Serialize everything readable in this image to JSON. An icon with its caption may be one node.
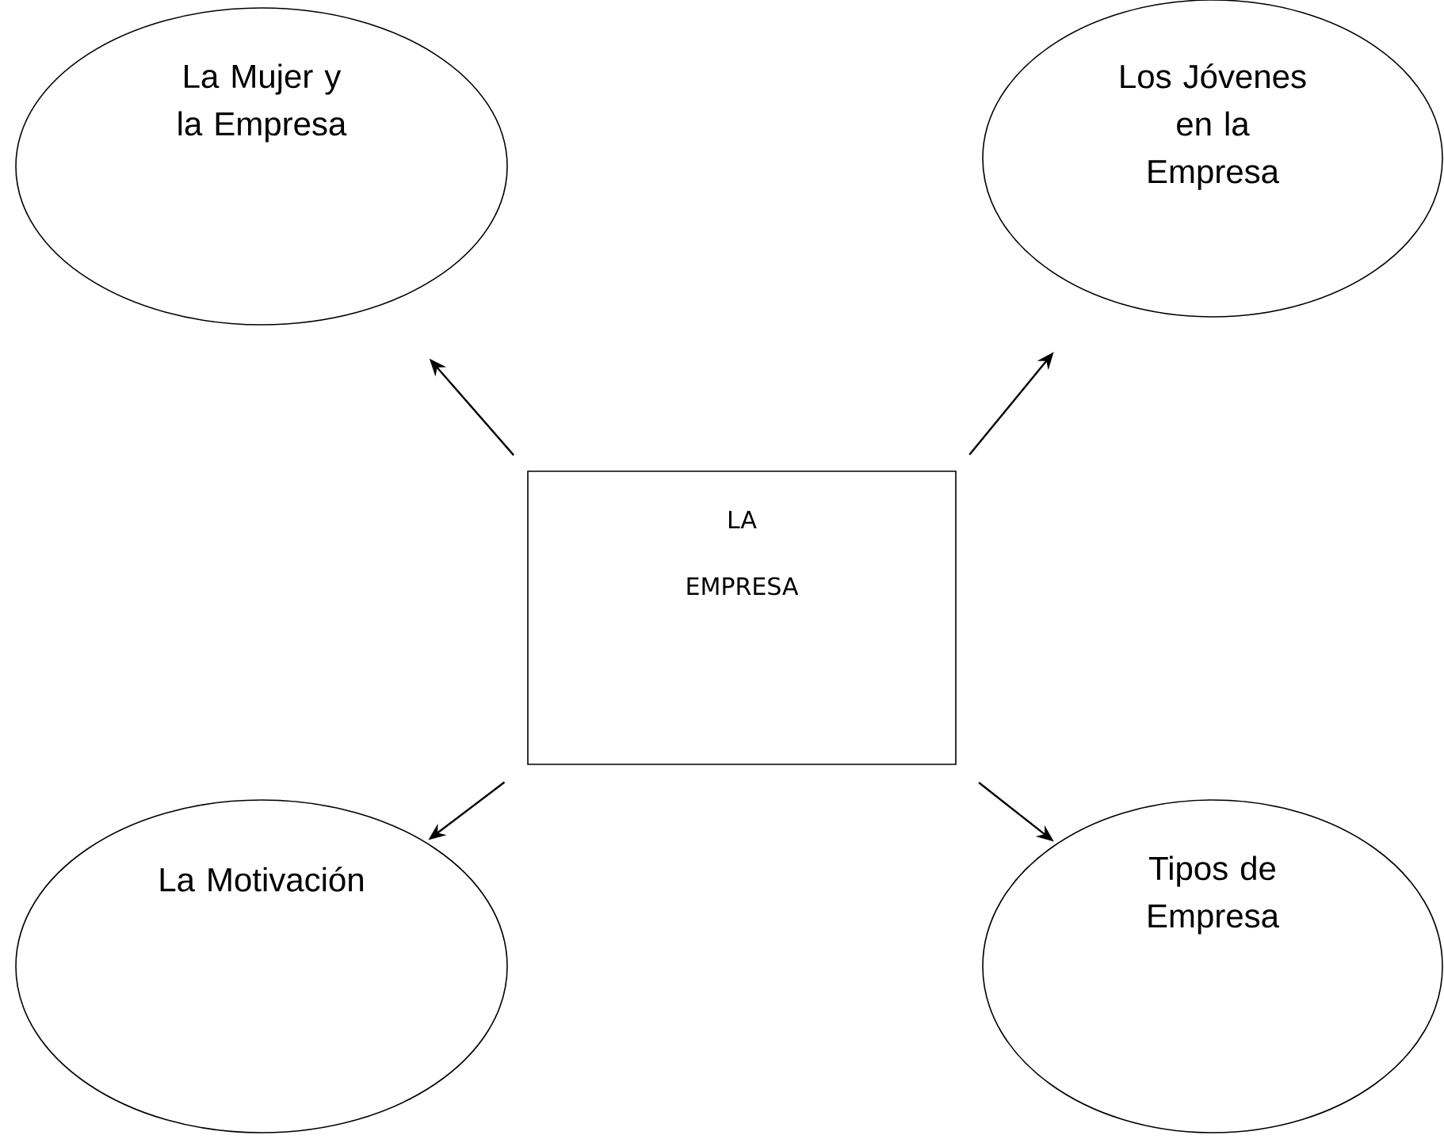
{
  "diagram": {
    "nodes": [
      {
        "text": [
          "LA",
          "EMPRESA"
        ]
      },
      {
        "text": [
          "La Mujer y la Empresa"
        ]
      },
      {
        "text": [
          "Los Jóvenes en la Empresa"
        ]
      },
      {
        "text": [
          "La Motivación"
        ]
      },
      {
        "text": [
          "Tipos de Empresa"
        ]
      }
    ],
    "edges": [
      {
        "from": 0,
        "to": 1,
        "arrow": "to"
      },
      {
        "from": 0,
        "to": 2,
        "arrow": "to"
      },
      {
        "from": 0,
        "to": 3,
        "arrow": "to"
      },
      {
        "from": 0,
        "to": 4,
        "arrow": "to"
      }
    ]
  }
}
